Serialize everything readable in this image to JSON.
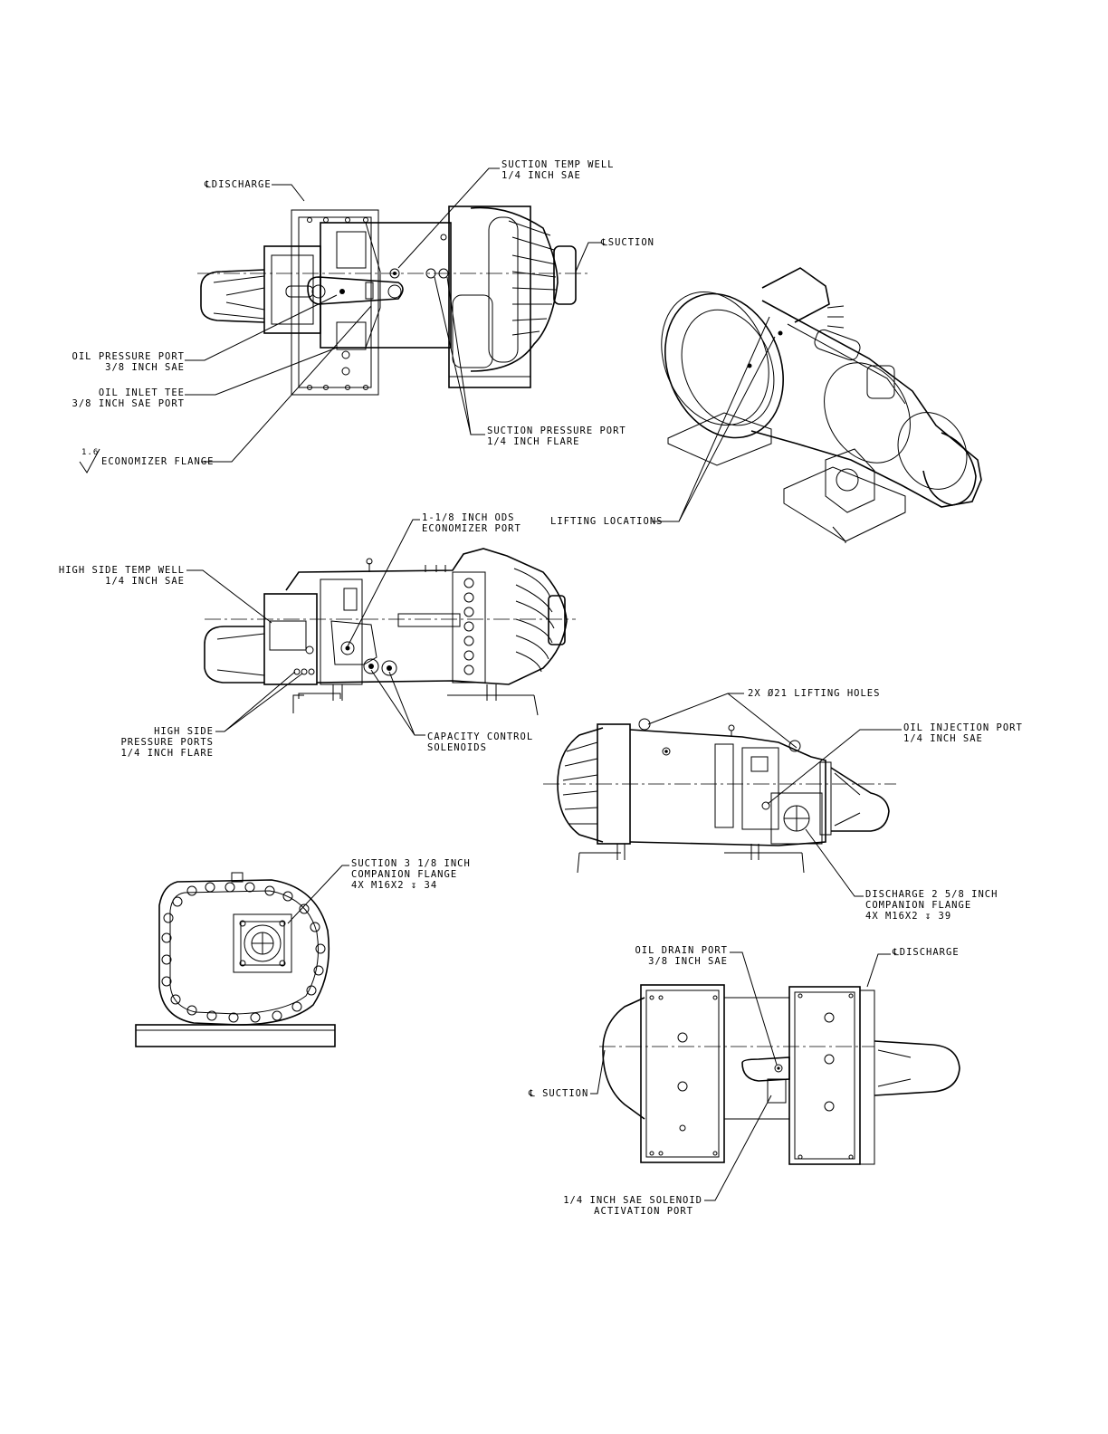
{
  "views": {
    "top": {
      "cl_discharge": "℄DISCHARGE",
      "suction_temp_well": [
        "SUCTION TEMP WELL",
        "1/4 INCH SAE"
      ],
      "cl_suction": "℄SUCTION",
      "oil_pressure_port": [
        "OIL PRESSURE PORT",
        "3/8 INCH SAE"
      ],
      "oil_inlet_tee": [
        "OIL INLET TEE",
        "3/8 INCH SAE PORT"
      ],
      "suction_pressure_port": [
        "SUCTION PRESSURE PORT",
        "1/4 INCH FLARE"
      ],
      "roughness_value": "1.6",
      "economizer_flange": "ECONOMIZER FLANGE"
    },
    "isometric": {
      "lifting_locations": "LIFTING LOCATIONS"
    },
    "side_left": {
      "economizer_port": [
        "1-1/8 INCH ODS",
        "ECONOMIZER PORT"
      ],
      "high_side_temp_well": [
        "HIGH SIDE TEMP WELL",
        "1/4 INCH SAE"
      ],
      "high_side_pressure_ports": [
        "HIGH SIDE",
        "PRESSURE PORTS",
        "1/4 INCH FLARE"
      ],
      "capacity_control_solenoids": [
        "CAPACITY CONTROL",
        "SOLENOIDS"
      ]
    },
    "side_right": {
      "lifting_holes": "2X Ø21 LIFTING HOLES",
      "oil_injection_port": [
        "OIL INJECTION PORT",
        "1/4 INCH SAE"
      ],
      "discharge_flange": [
        "DISCHARGE 2 5/8 INCH",
        "COMPANION FLANGE",
        "4X M16X2 ↧ 39"
      ]
    },
    "end": {
      "suction_flange": [
        "SUCTION 3 1/8 INCH",
        "COMPANION FLANGE",
        "4X M16X2 ↧ 34"
      ]
    },
    "bottom": {
      "oil_drain_port": [
        "OIL DRAIN PORT",
        "3/8 INCH SAE"
      ],
      "cl_discharge": "℄DISCHARGE",
      "cl_suction": "℄ SUCTION",
      "solenoid_activation_port": [
        "1/4 INCH SAE SOLENOID",
        "ACTIVATION PORT"
      ]
    }
  }
}
